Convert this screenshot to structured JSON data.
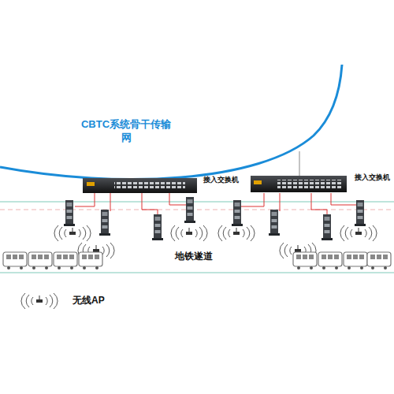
{
  "diagram": {
    "nodes": [
      {
        "text": [
          "接入交换机"
        ]
      },
      {
        "text": [
          "接入交换机"
        ]
      }
    ],
    "labels": [
      "CBTC系统骨干传输网",
      "地铁遂道"
    ],
    "legend": [
      {
        "text": "无线AP"
      }
    ]
  }
}
